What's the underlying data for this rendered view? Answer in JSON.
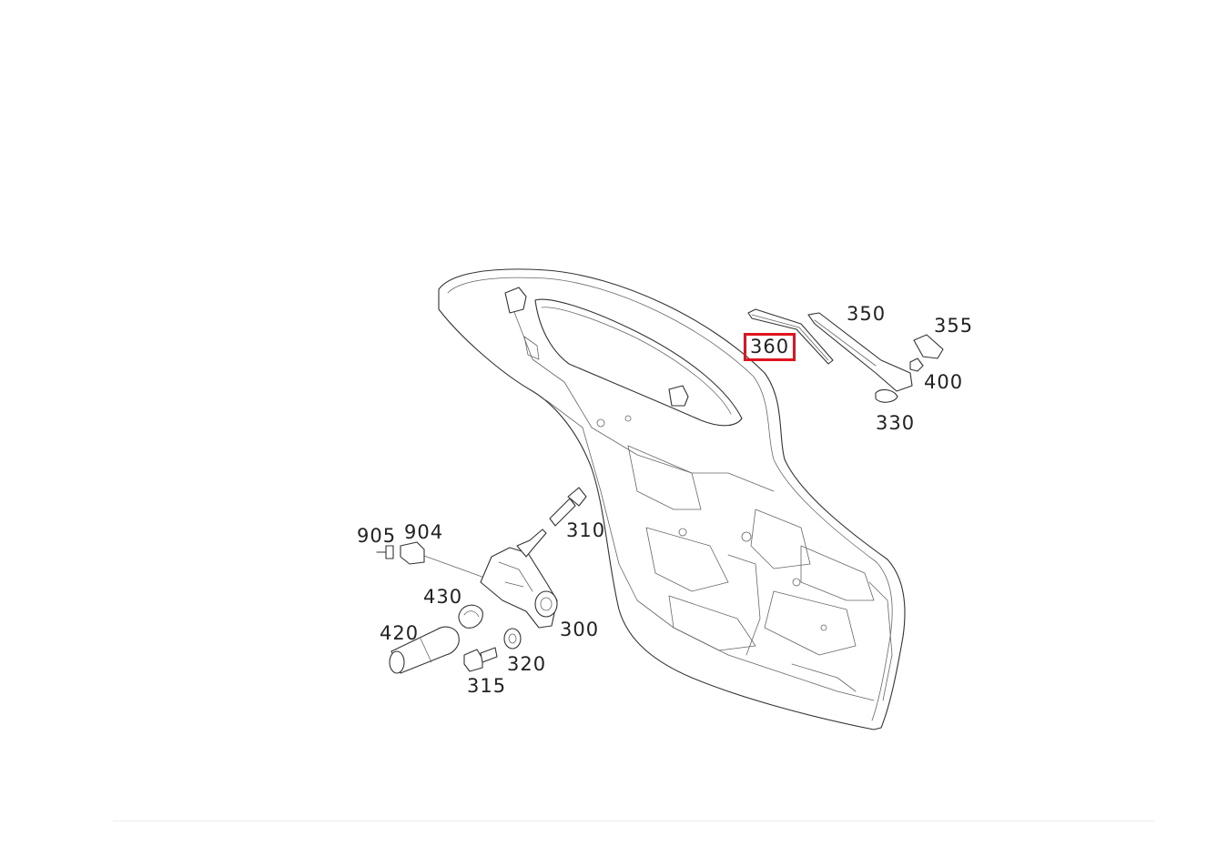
{
  "diagram": {
    "selected_part": "360",
    "highlight_color": "#e0141e",
    "part_labels": [
      "350",
      "355",
      "360",
      "400",
      "330",
      "310",
      "905",
      "904",
      "430",
      "300",
      "420",
      "320",
      "315"
    ]
  }
}
